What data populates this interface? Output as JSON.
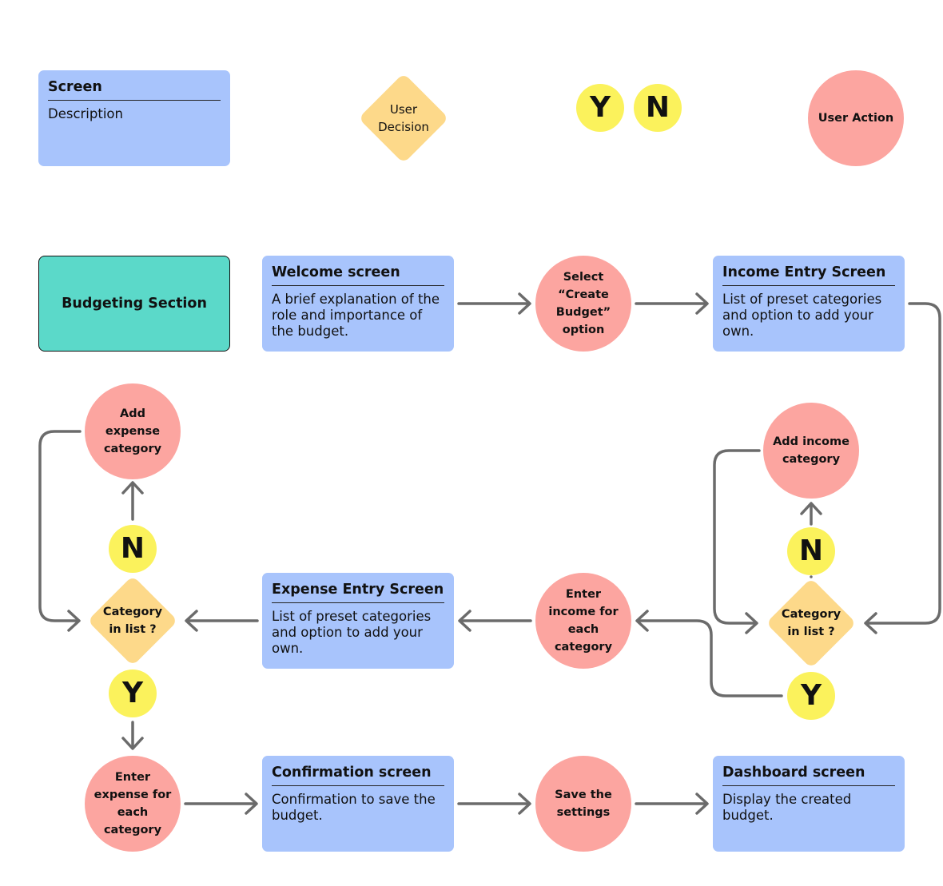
{
  "legend": {
    "screen_title": "Screen",
    "screen_desc": "Description",
    "decision_label": "User\nDecision",
    "yes_label": "Y",
    "no_label": "N",
    "action_label": "User Action"
  },
  "section_label": "Budgeting Section",
  "screens": {
    "welcome": {
      "title": "Welcome screen",
      "desc": "A brief explanation of the role and importance of the budget."
    },
    "income": {
      "title": "Income Entry Screen",
      "desc": "List of preset categories and option to add your own."
    },
    "expense": {
      "title": "Expense Entry Screen",
      "desc": "List of preset categories and option to add your own."
    },
    "confirm": {
      "title": "Confirmation screen",
      "desc": "Confirmation to save the budget."
    },
    "dashboard": {
      "title": "Dashboard screen",
      "desc": "Display the created budget."
    }
  },
  "actions": {
    "select_budget": "Select\n“Create\nBudget”\noption",
    "add_income_category": "Add income\ncategory",
    "enter_income": "Enter\nincome for\neach\ncategory",
    "add_expense_category": "Add\nexpense\ncategory",
    "enter_expense": "Enter\nexpense for\neach\ncategory",
    "save_settings": "Save the\nsettings"
  },
  "decisions": {
    "income_in_list": "Category\nin list ?",
    "expense_in_list": "Category\nin list ?"
  },
  "answers": {
    "yes": "Y",
    "no": "N"
  },
  "colors": {
    "screen": "#a8c4fc",
    "action": "#fca5a0",
    "decision": "#fdd98a",
    "answer": "#fbf25c",
    "section": "#5bd9c9",
    "connector": "#6b6b6b"
  }
}
